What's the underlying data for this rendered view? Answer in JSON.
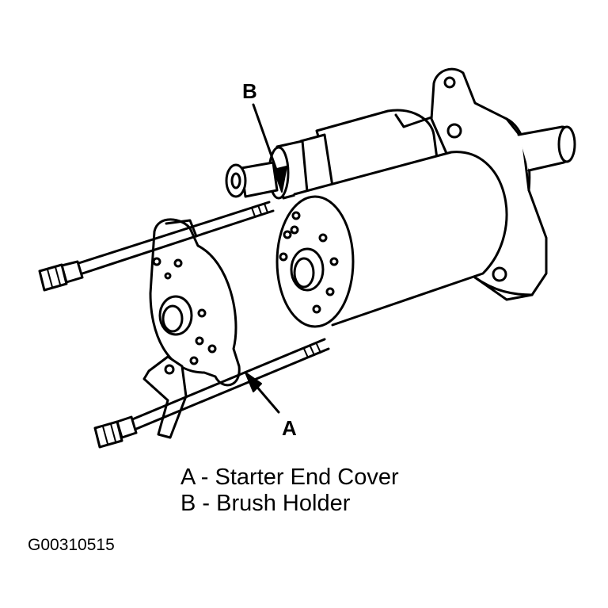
{
  "callouts": {
    "a": "A",
    "b": "B"
  },
  "legend": [
    "A - Starter End Cover",
    "B - Brush Holder"
  ],
  "figure_id": "G00310515"
}
